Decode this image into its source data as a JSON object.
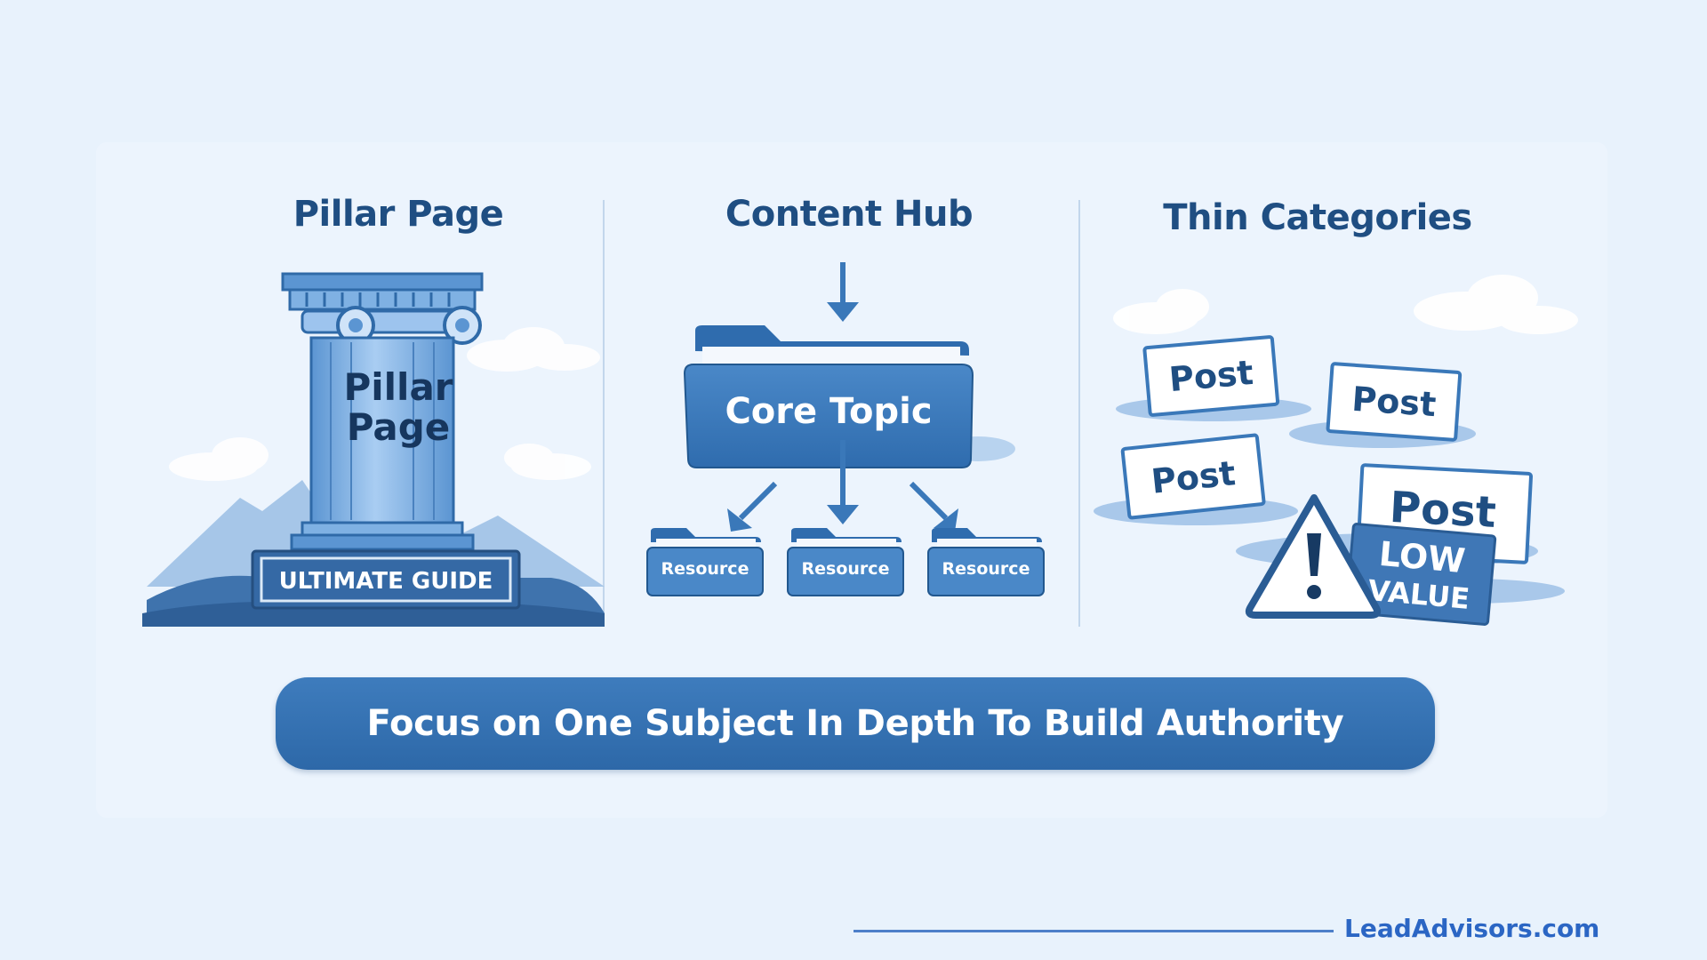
{
  "columns": [
    {
      "title": "Pillar Page",
      "pillar_label_1": "Pillar",
      "pillar_label_2": "Page",
      "plaque": "ULTIMATE GUIDE"
    },
    {
      "title": "Content Hub",
      "folder_label": "Core Topic",
      "resources": [
        "Resource",
        "Resource",
        "Resource"
      ]
    },
    {
      "title": "Thin Categories",
      "posts": [
        "Post",
        "Post",
        "Post",
        "Post"
      ],
      "badge_1": "LOW",
      "badge_2": "VALUE"
    }
  ],
  "banner": {
    "text": "Focus on One Subject In Depth To Build Authority"
  },
  "footer": {
    "brand": "LeadAdvisors.com"
  },
  "colors": {
    "primary": "#3a78b9",
    "dark": "#1f4e82",
    "background": "#e8f2fc"
  }
}
